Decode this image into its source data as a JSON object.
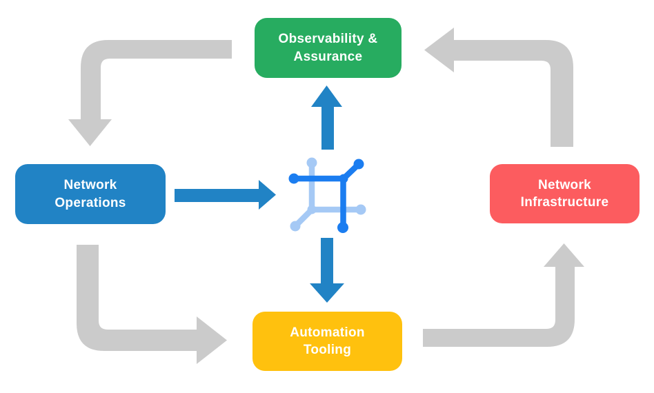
{
  "diagram": {
    "description": "Network automation cycle diagram",
    "nodes": {
      "observability": {
        "label": "Observability &\nAssurance",
        "color": "#27AC60"
      },
      "network_operations": {
        "label": "Network\nOperations",
        "color": "#2183C5"
      },
      "network_infrastructure": {
        "label": "Network\nInfrastructure",
        "color": "#FC5C5F"
      },
      "automation_tooling": {
        "label": "Automation\nTooling",
        "color": "#FFC10E"
      }
    },
    "label_text_color": "#FFFFFF",
    "colors": {
      "background": "#FFFFFF",
      "cycle_arrow_gray": "#CBCBCB",
      "flow_arrow_blue": "#2183C5",
      "icon_dark_blue": "#1B7DF0",
      "icon_light_blue": "#A5C9F5"
    },
    "center_icon": "network-automation-icon"
  }
}
